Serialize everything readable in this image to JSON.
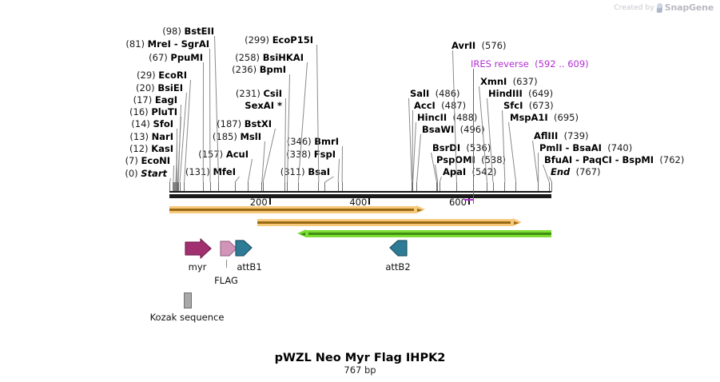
{
  "credit": {
    "prefix": "Created by",
    "brand": "SnapGene",
    "logo_icon": "snapgene-logo-icon"
  },
  "title": "pWZL Neo Myr Flag IHPK2",
  "subtitle": "767 bp",
  "sequence_length": 767,
  "ruler": {
    "labels": [
      "200",
      "400",
      "600"
    ],
    "positions": [
      200,
      400,
      600
    ]
  },
  "ires": {
    "label": "IRES reverse",
    "range": "(592 .. 609)",
    "color": "#b02fd0",
    "start": 592,
    "end": 609
  },
  "sites_left": [
    {
      "name": "BstEII",
      "pos": "(98)",
      "site": 98,
      "style": "bold",
      "order": "pos-first"
    },
    {
      "name": "MreI - SgrAI",
      "pos": "(81)",
      "site": 81,
      "style": "bold",
      "order": "pos-first"
    },
    {
      "name": "PpuMI",
      "pos": "(67)",
      "site": 67,
      "style": "bold",
      "order": "pos-first"
    },
    {
      "name": "EcoRI",
      "pos": "(29)",
      "site": 29,
      "style": "bold",
      "order": "pos-first"
    },
    {
      "name": "BsiEI",
      "pos": "(20)",
      "site": 20,
      "style": "bold",
      "order": "pos-first"
    },
    {
      "name": "EagI",
      "pos": "(17)",
      "site": 17,
      "style": "bold",
      "order": "pos-first"
    },
    {
      "name": "PluTI",
      "pos": "(16)",
      "site": 16,
      "style": "bold",
      "order": "pos-first"
    },
    {
      "name": "SfoI",
      "pos": "(14)",
      "site": 14,
      "style": "bold",
      "order": "pos-first"
    },
    {
      "name": "NarI",
      "pos": "(13)",
      "site": 13,
      "style": "bold",
      "order": "pos-first"
    },
    {
      "name": "KasI",
      "pos": "(12)",
      "site": 12,
      "style": "bold",
      "order": "pos-first"
    },
    {
      "name": "EcoNI",
      "pos": "(7)",
      "site": 7,
      "style": "bold",
      "order": "pos-first"
    },
    {
      "name": "Start",
      "pos": "(0)",
      "site": 0,
      "style": "bolditalic",
      "order": "pos-first"
    }
  ],
  "sites_mid": [
    {
      "name": "EcoP15I",
      "pos": "(299)",
      "site": 299,
      "style": "bold",
      "order": "pos-first"
    },
    {
      "name": "BsiHKAI",
      "pos": "(258)",
      "site": 258,
      "style": "bold",
      "order": "pos-first"
    },
    {
      "name": "BpmI",
      "pos": "(236)",
      "site": 236,
      "style": "bold",
      "order": "pos-first"
    },
    {
      "name": "CsiI",
      "pos": "(231)",
      "site": 231,
      "style": "bold",
      "order": "pos-first"
    },
    {
      "name": "SexAI *",
      "pos": "",
      "site": 231,
      "style": "bold",
      "order": "name-only"
    },
    {
      "name": "BstXI",
      "pos": "(187)",
      "site": 187,
      "style": "bold",
      "order": "pos-first"
    },
    {
      "name": "MslI",
      "pos": "(185)",
      "site": 185,
      "style": "bold",
      "order": "pos-first"
    },
    {
      "name": "AcuI",
      "pos": "(157)",
      "site": 157,
      "style": "bold",
      "order": "pos-first"
    },
    {
      "name": "MfeI",
      "pos": "(131)",
      "site": 131,
      "style": "bold",
      "order": "pos-first"
    },
    {
      "name": "BmrI",
      "pos": "(346)",
      "site": 346,
      "style": "bold",
      "order": "pos-first"
    },
    {
      "name": "FspI",
      "pos": "(338)",
      "site": 338,
      "style": "bold",
      "order": "pos-first"
    },
    {
      "name": "BsaI",
      "pos": "(311)",
      "site": 311,
      "style": "bold",
      "order": "pos-first"
    }
  ],
  "sites_right": [
    {
      "name": "AvrII",
      "pos": "(576)",
      "site": 576,
      "style": "bold",
      "order": "name-first"
    },
    {
      "name": "SalI",
      "pos": "(486)",
      "site": 486,
      "style": "bold",
      "order": "name-first"
    },
    {
      "name": "AccI",
      "pos": "(487)",
      "site": 487,
      "style": "bold",
      "order": "name-first"
    },
    {
      "name": "HincII",
      "pos": "(488)",
      "site": 488,
      "style": "bold",
      "order": "name-first"
    },
    {
      "name": "BsaWI",
      "pos": "(496)",
      "site": 496,
      "style": "bold",
      "order": "name-first"
    },
    {
      "name": "BsrDI",
      "pos": "(536)",
      "site": 536,
      "style": "bold",
      "order": "name-first"
    },
    {
      "name": "PspOMI",
      "pos": "(538)",
      "site": 538,
      "style": "bold",
      "order": "name-first"
    },
    {
      "name": "ApaI",
      "pos": "(542)",
      "site": 542,
      "style": "bold",
      "order": "name-first"
    },
    {
      "name": "XmnI",
      "pos": "(637)",
      "site": 637,
      "style": "bold",
      "order": "name-first"
    },
    {
      "name": "HindIII",
      "pos": "(649)",
      "site": 649,
      "style": "bold",
      "order": "name-first"
    },
    {
      "name": "SfcI",
      "pos": "(673)",
      "site": 673,
      "style": "bold",
      "order": "name-first"
    },
    {
      "name": "MspA1I",
      "pos": "(695)",
      "site": 695,
      "style": "bold",
      "order": "name-first"
    },
    {
      "name": "AflIII",
      "pos": "(739)",
      "site": 739,
      "style": "bold",
      "order": "name-first"
    },
    {
      "name": "PmlI - BsaAI",
      "pos": "(740)",
      "site": 740,
      "style": "bold",
      "order": "name-first"
    },
    {
      "name": "BfuAI - PaqCI - BspMI",
      "pos": "(762)",
      "site": 762,
      "style": "bold",
      "order": "name-first"
    },
    {
      "name": "End",
      "pos": "(767)",
      "site": 767,
      "style": "bolditalic",
      "order": "name-first"
    }
  ],
  "orfs": [
    {
      "name": "orf-1",
      "start": 0,
      "end": 513,
      "direction": "forward",
      "color": "#f6c87c",
      "core": "#9a6a13"
    },
    {
      "name": "orf-2",
      "start": 176,
      "end": 707,
      "direction": "forward",
      "color": "#f6c87c",
      "core": "#9a6a13"
    },
    {
      "name": "orf-3",
      "start": 767,
      "end": 257,
      "direction": "reverse",
      "color": "#7ddd33",
      "core": "#3f8f10"
    }
  ],
  "features": [
    {
      "label": "myr",
      "direction": "forward",
      "fill": "#a03070",
      "stroke": "#7a2254"
    },
    {
      "label": "FLAG",
      "direction": "forward",
      "fill": "#d095b8",
      "stroke": "#9d6b8a"
    },
    {
      "label": "attB1",
      "direction": "forward",
      "fill": "#2e7b96",
      "stroke": "#1f5468"
    },
    {
      "label": "attB2",
      "direction": "reverse",
      "fill": "#2e7b96",
      "stroke": "#1f5468"
    }
  ],
  "kozak": {
    "label": "Kozak sequence",
    "color": "#a8a8a8"
  }
}
